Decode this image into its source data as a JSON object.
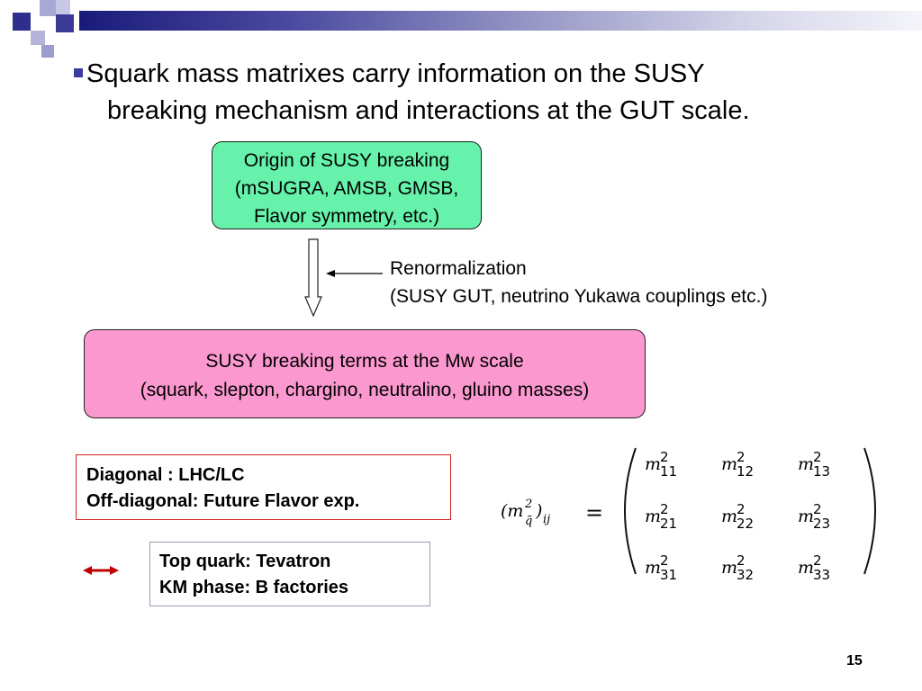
{
  "header": {
    "bar_color_dark": "#1a1a7a",
    "square_color_dark": "#2e2e8c",
    "square_color_light": "#a8a8d4"
  },
  "bullet": {
    "icon": "square-bullet-icon",
    "line1": "Squark mass matrixes carry information on the SUSY",
    "line2": "breaking mechanism and interactions at the GUT scale."
  },
  "origin_box": {
    "line1": "Origin of SUSY breaking",
    "line2": "(mSUGRA, AMSB, GMSB,",
    "line3": "Flavor symmetry, etc.)",
    "color": "#66f2aa"
  },
  "renormalization": {
    "line1": "Renormalization",
    "line2": "(SUSY GUT, neutrino Yukawa couplings etc.)"
  },
  "mw_box": {
    "line1": "SUSY breaking terms at the Mw scale",
    "line2": "(squark, slepton, chargino, neutralino, gluino masses)",
    "color": "#fb98cf"
  },
  "diagonal_box": {
    "line1": "Diagonal : LHC/LC",
    "line2": "Off-diagonal: Future Flavor exp.",
    "border_color": "#d02020"
  },
  "top_box": {
    "line1": "Top quark: Tevatron",
    "line2": "KM phase: B factories"
  },
  "double_arrow": {
    "icon": "double-arrow-icon",
    "color": "#c00000"
  },
  "matrix": {
    "lhs": "(m",
    "lhs_sup": "2",
    "lhs_sub": "q̃",
    "lhs_close": ")",
    "lhs_index": "ij",
    "equals": "=",
    "base": "m",
    "sup": "2",
    "entries": [
      [
        "11",
        "12",
        "13"
      ],
      [
        "21",
        "22",
        "23"
      ],
      [
        "31",
        "32",
        "33"
      ]
    ]
  },
  "page_number": "15"
}
